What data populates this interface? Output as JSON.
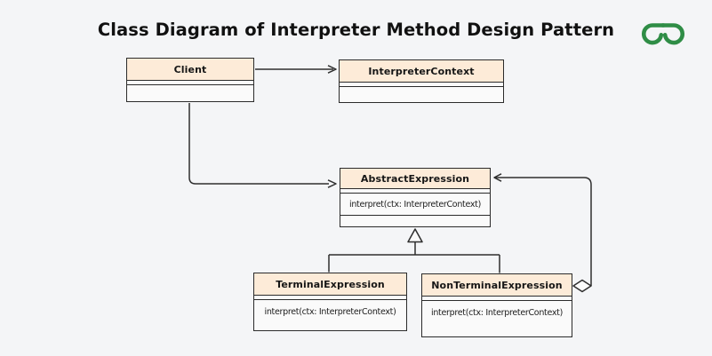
{
  "title": "Class Diagram of Interpreter Method Design Pattern",
  "logo": {
    "name": "geeksforgeeks-logo",
    "color": "#2f8d46"
  },
  "colors": {
    "background": "#f4f5f7",
    "box_header_fill": "#fdebd8",
    "box_body_fill": "#fafafa",
    "box_border": "#2b2b2b",
    "connector": "#2e2e2e",
    "title_text": "#111111"
  },
  "classes": [
    {
      "id": "client",
      "name": "Client",
      "methods": []
    },
    {
      "id": "interpreter-context",
      "name": "InterpreterContext",
      "methods": []
    },
    {
      "id": "abstract-expression",
      "name": "AbstractExpression",
      "methods": [
        "interpret(ctx: InterpreterContext)"
      ]
    },
    {
      "id": "terminal-expression",
      "name": "TerminalExpression",
      "methods": [
        "interpret(ctx: InterpreterContext)"
      ]
    },
    {
      "id": "non-terminal-expression",
      "name": "NonTerminalExpression",
      "methods": [
        "interpret(ctx: InterpreterContext)"
      ]
    }
  ],
  "relationships": [
    {
      "from": "Client",
      "to": "InterpreterContext",
      "type": "directed-association"
    },
    {
      "from": "Client",
      "to": "AbstractExpression",
      "type": "directed-association"
    },
    {
      "from": "TerminalExpression",
      "to": "AbstractExpression",
      "type": "generalization"
    },
    {
      "from": "NonTerminalExpression",
      "to": "AbstractExpression",
      "type": "generalization"
    },
    {
      "from": "NonTerminalExpression",
      "to": "AbstractExpression",
      "type": "aggregation"
    }
  ]
}
